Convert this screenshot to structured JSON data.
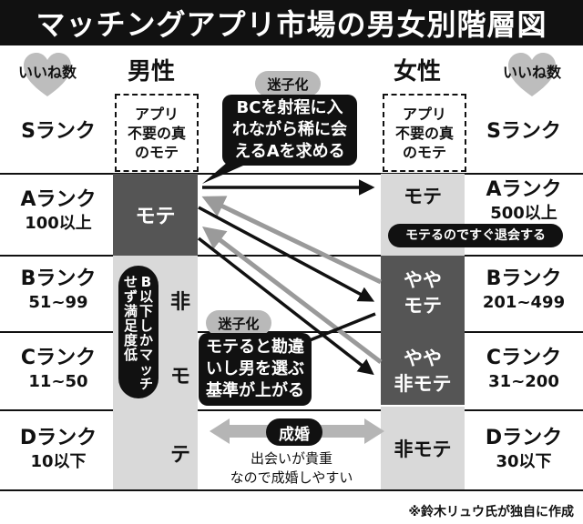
{
  "title": "マッチングアプリ市場の男女別階層図",
  "likes_label_left": "いいね数",
  "likes_label_right": "いいね数",
  "male_header": "男性",
  "female_header": "女性",
  "male_top_box": [
    "アプリ",
    "不要の真",
    "のモテ"
  ],
  "female_top_box": [
    "アプリ",
    "不要の真",
    "のモテ"
  ],
  "male_ranks": [
    {
      "name": "Sランク",
      "sub": ""
    },
    {
      "name": "Aランク",
      "sub": "100以上"
    },
    {
      "name": "Bランク",
      "sub": "51~99"
    },
    {
      "name": "Cランク",
      "sub": "11~50"
    },
    {
      "name": "Dランク",
      "sub": "10以下"
    }
  ],
  "female_ranks": [
    {
      "name": "Sランク",
      "sub": ""
    },
    {
      "name": "Aランク",
      "sub": "500以上"
    },
    {
      "name": "Bランク",
      "sub": "201~499"
    },
    {
      "name": "Cランク",
      "sub": "31~200"
    },
    {
      "name": "Dランク",
      "sub": "30以下"
    }
  ],
  "male_mote": "モテ",
  "male_hi_mote_chars": [
    "非",
    "モ",
    "テ"
  ],
  "male_vertical_cols": [
    "B以下しかマッチ",
    "せず満足度低"
  ],
  "female_cells": {
    "a": "モテ",
    "b_line1": "やや",
    "b_line2": "モテ",
    "c_line1": "やや",
    "c_line2": "非モテ",
    "d": "非モテ"
  },
  "pill_top": "迷子化",
  "pill_mid": "迷子化",
  "bubble_top": [
    "BCを射程に入",
    "れながら稀に会",
    "えるAを求める"
  ],
  "bubble_mid": [
    "モテると勘違",
    "いし男を選ぶ",
    "基準が上がる"
  ],
  "female_pill": "モテるのですぐ退会する",
  "marriage_label": "成婚",
  "marriage_note": [
    "出会いが貴重",
    "なので成婚しやすい"
  ],
  "credit": "※鈴木リュウ氏が独自に作成"
}
